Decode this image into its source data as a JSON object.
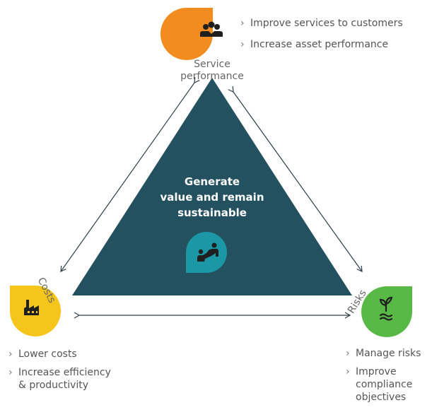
{
  "colors": {
    "triangle": "#23515f",
    "service": "#f28c1e",
    "costs": "#f6c51c",
    "risks": "#59b947",
    "center_icon": "#1b97a6",
    "arrow": "#2e3f47"
  },
  "center": {
    "line1": "Generate",
    "line2": "value and remain",
    "line3": "sustainable",
    "icon": "people-handshake-icon"
  },
  "service": {
    "label_line1": "Service",
    "label_line2": "performance",
    "icon": "handshake-icon",
    "bullets": [
      "Improve services to customers",
      "Increase asset performance"
    ]
  },
  "costs": {
    "label": "Costs",
    "icon": "factory-icon",
    "bullets": [
      "Lower costs",
      "Increase efficiency",
      "& productivity"
    ]
  },
  "risks": {
    "label": "Risks",
    "icon": "plant-icon",
    "bullets": [
      "Manage risks",
      "Improve",
      "compliance",
      "objectives"
    ]
  }
}
